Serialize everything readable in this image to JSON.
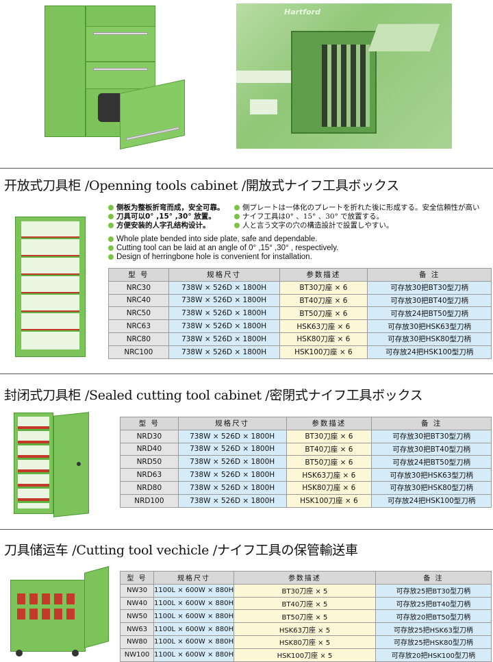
{
  "photos": {
    "brand_sign": "Hartford"
  },
  "sections": [
    {
      "title": "开放式刀具柜 /Openning tools cabinet /開放式ナイフ工具ボックス",
      "features_cn": [
        "侧板为整板折弯而成，安全可靠。",
        "刀具可以0° ,15° ,30° 放置。",
        "方便安装的人字孔结构设计。"
      ],
      "features_jp": [
        "側プレートは一体化のプレートを折れた後に形成する。安全信頼性が高い",
        "ナイフ工具は0° 、15° 、30° で放置する。",
        "人と言う文字の穴の構造設計で設置しやすい。"
      ],
      "features_en": [
        "Whole plate bended into side plate, safe and dependable.",
        "Cutting tool can be laid at an angle of 0° ,15° ,30° , respectively.",
        "Design of herringbone hole is convenient for installation."
      ],
      "headers": [
        "型 号",
        "规格尺寸",
        "参数描述",
        "备 注"
      ],
      "rows": [
        [
          "NRC30",
          "738W × 526D × 1800H",
          "BT30刀座 × 6",
          "可存放30把BT30型刀柄"
        ],
        [
          "NRC40",
          "738W × 526D × 1800H",
          "BT40刀座 × 6",
          "可存放30把BT40型刀柄"
        ],
        [
          "NRC50",
          "738W × 526D × 1800H",
          "BT50刀座 × 6",
          "可存放24把BT50型刀柄"
        ],
        [
          "NRC63",
          "738W × 526D × 1800H",
          "HSK63刀座 × 6",
          "可存放30把HSK63型刀柄"
        ],
        [
          "NRC80",
          "738W × 526D × 1800H",
          "HSK80刀座 × 6",
          "可存放30把HSK80型刀柄"
        ],
        [
          "NRC100",
          "738W × 526D × 1800H",
          "HSK100刀座 × 6",
          "可存放24把HSK100型刀柄"
        ]
      ]
    },
    {
      "title": "封闭式刀具柜 /Sealed  cutting tool cabinet /密閉式ナイフ工具ボックス",
      "headers": [
        "型 号",
        "规格尺寸",
        "参数描述",
        "备 注"
      ],
      "rows": [
        [
          "NRD30",
          "738W × 526D × 1800H",
          "BT30刀座 × 6",
          "可存放30把BT30型刀柄"
        ],
        [
          "NRD40",
          "738W × 526D × 1800H",
          "BT40刀座 × 6",
          "可存放30把BT40型刀柄"
        ],
        [
          "NRD50",
          "738W × 526D × 1800H",
          "BT50刀座 × 6",
          "可存放24把BT50型刀柄"
        ],
        [
          "NRD63",
          "738W × 526D × 1800H",
          "HSK63刀座 × 6",
          "可存放30把HSK63型刀柄"
        ],
        [
          "NRD80",
          "738W × 526D × 1800H",
          "HSK80刀座 × 6",
          "可存放30把HSK80型刀柄"
        ],
        [
          "NRD100",
          "738W × 526D × 1800H",
          "HSK100刀座 × 6",
          "可存放24把HSK100型刀柄"
        ]
      ]
    },
    {
      "title": "刀具储运车 /Cutting tool vechicle /ナイフ工具の保管輸送車",
      "headers": [
        "型 号",
        "规格尺寸",
        "参数描述",
        "备 注"
      ],
      "rows": [
        [
          "NW30",
          "1100L × 600W × 880H",
          "BT30刀座 × 5",
          "可存放25把BT30型刀柄"
        ],
        [
          "NW40",
          "1100L × 600W × 880H",
          "BT40刀座 × 5",
          "可存放25把BT40型刀柄"
        ],
        [
          "NW50",
          "1100L × 600W × 880H",
          "BT50刀座 × 5",
          "可存放20把BT50型刀柄"
        ],
        [
          "NW63",
          "1100L × 600W × 880H",
          "HSK63刀座 × 5",
          "可存放25把HSK63型刀柄"
        ],
        [
          "NW80",
          "1100L × 600W × 880H",
          "HSK80刀座 × 5",
          "可存放25把HSK80型刀柄"
        ],
        [
          "NW100",
          "1100L × 600W × 880H",
          "HSK100刀座 × 5",
          "可存放20把HSK100型刀柄"
        ]
      ]
    }
  ]
}
